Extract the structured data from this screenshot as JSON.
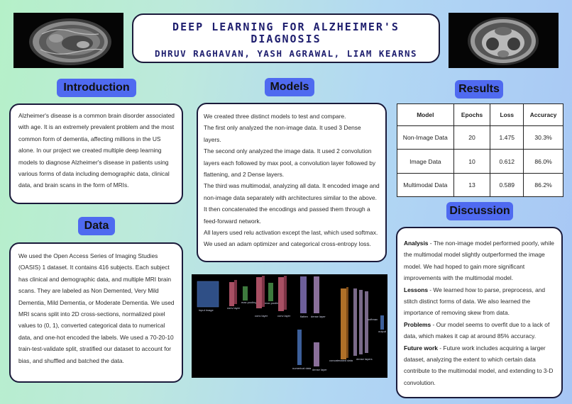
{
  "title": "DEEP LEARNING FOR ALZHEIMER'S DIAGNOSIS",
  "authors": "DHRUV RAGHAVAN, YASH AGRAWAL, LIAM KEARNS",
  "sections": {
    "introduction": {
      "heading": "Introduction",
      "text": "Alzheimer's disease is a common brain disorder associated with age. It is an extremely prevalent problem and the most common form of dementia, affecting millions in the US alone. In our project we created multiple deep learning models to diagnose Alzheimer's disease in patients using various forms of data including demographic data, clinical data, and brain scans in the form of MRIs."
    },
    "data": {
      "heading": "Data",
      "text": "We used the Open Access Series of Imaging Studies (OASIS) 1 dataset. It contains 416 subjects. Each subject has clinical and demographic data, and multiple MRI brain scans. They are labeled as Non Demented, Very Mild Dementia, Mild Dementia, or Moderate Dementia. We used MRI scans split into 2D cross-sections, normalized pixel values to (0, 1), converted categorical data to numerical data, and one-hot encoded the labels. We used a 70-20-10 train-test-validate split, stratified our dataset to account for bias, and shuffled and batched the data."
    },
    "models": {
      "heading": "Models",
      "paragraphs": [
        "We created three distinct models to test and compare.",
        "The first only analyzed the non-image data. It used 3 Dense layers.",
        "The second only analyzed the image data. It used 2 convolution layers each followed by max pool, a convolution layer followed by flattening, and 2 Dense layers.",
        "The third was multimodal, analyzing all data. It encoded image and non-image data separately with architectures similar to the above. It then concatenated the encodings and passed them through a feed-forward network.",
        "All layers used relu activation except the last, which used softmax. We used an adam optimizer and categorical cross-entropy loss."
      ],
      "diagram_labels": {
        "input_image": "input image",
        "conv_layer": "conv layer",
        "max_pooling": "max pooling",
        "flatten": "flatten",
        "dense_layer": "dense layer",
        "numerical_data": "numerical data",
        "concatenated_data": "concatenated data",
        "dense_layers": "dense layers",
        "softmax": "softmax",
        "output": "output"
      }
    },
    "results": {
      "heading": "Results",
      "columns": [
        "Model",
        "Epochs",
        "Loss",
        "Accuracy"
      ],
      "rows": [
        [
          "Non-Image Data",
          "20",
          "1.475",
          "30.3%"
        ],
        [
          "Image Data",
          "10",
          "0.612",
          "86.0%"
        ],
        [
          "Multimodal Data",
          "13",
          "0.589",
          "86.2%"
        ]
      ]
    },
    "discussion": {
      "heading": "Discussion",
      "items": [
        {
          "label": "Analysis",
          "text": " - The non-image model performed poorly, while the multimodal model slightly outperformed the image model. We had hoped to gain more significant improvements with the multimodal model."
        },
        {
          "label": "Lessons",
          "text": " - We learned how to parse, preprocess, and stitch distinct forms of data. We also learned the importance of removing skew from data."
        },
        {
          "label": "Problems",
          "text": " - Our model seems to overfit due to a lack of data, which makes it cap at around 85% accuracy."
        },
        {
          "label": "Future work",
          "text": " - Future work includes acquiring a larger dataset, analyzing the extent to which certain data contribute to the multimodal model, and extending to 3-D convolution."
        }
      ]
    }
  },
  "colors": {
    "heading_bg": "#4f6af0",
    "title_text": "#1e1e6e",
    "border": "#1a1a3a"
  }
}
